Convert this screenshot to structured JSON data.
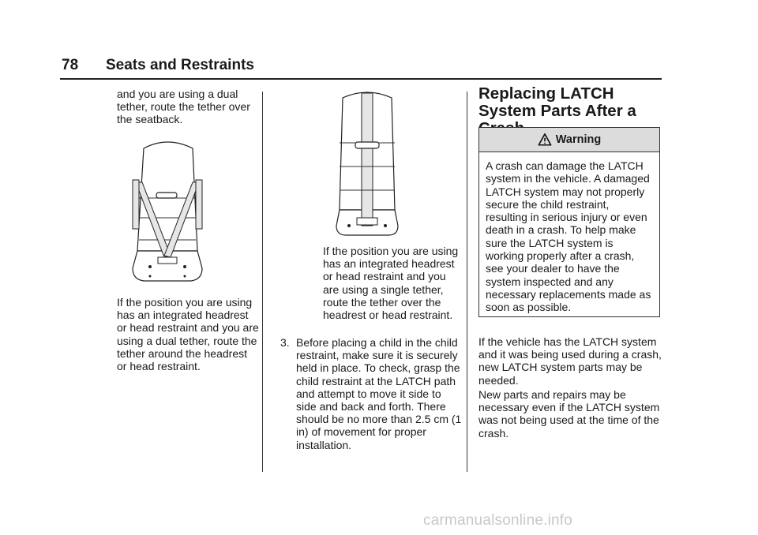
{
  "header": {
    "page_number": "78",
    "section_title": "Seats and Restraints"
  },
  "col1": {
    "para_top": "and you are using a dual tether, route the tether over the seatback.",
    "para_bottom": "If the position you are using has an integrated headrest or head restraint and you are using a dual tether, route the tether around the headrest or head restraint.",
    "figure_icon": "seat-dual-tether-illustration"
  },
  "col2": {
    "figure_icon": "seat-single-tether-illustration",
    "para": "If the position you are using has an integrated headrest or head restraint and you are using a single tether, route the tether over the headrest or head restraint.",
    "step_number": "3.",
    "step_text": "Before placing a child in the child restraint, make sure it is securely held in place. To check, grasp the child restraint at the LATCH path and attempt to move it side to side and back and forth. There should be no more than 2.5 cm (1 in) of movement for proper installation."
  },
  "col3": {
    "heading": "Replacing LATCH System Parts After a Crash",
    "warning_icon": "warning-triangle-icon",
    "warning_title": "Warning",
    "warning_text": "A crash can damage the LATCH system in the vehicle. A damaged LATCH system may not properly secure the child restraint, resulting in serious injury or even death in a crash. To help make sure the LATCH system is working properly after a crash, see your dealer to have the system inspected and any necessary replacements made as soon as possible.",
    "para1": "If the vehicle has the LATCH system and it was being used during a crash, new LATCH system parts may be needed.",
    "para2": "New parts and repairs may be necessary even if the LATCH system was not being used at the time of the crash."
  },
  "watermark": "carmanualsonline.info"
}
